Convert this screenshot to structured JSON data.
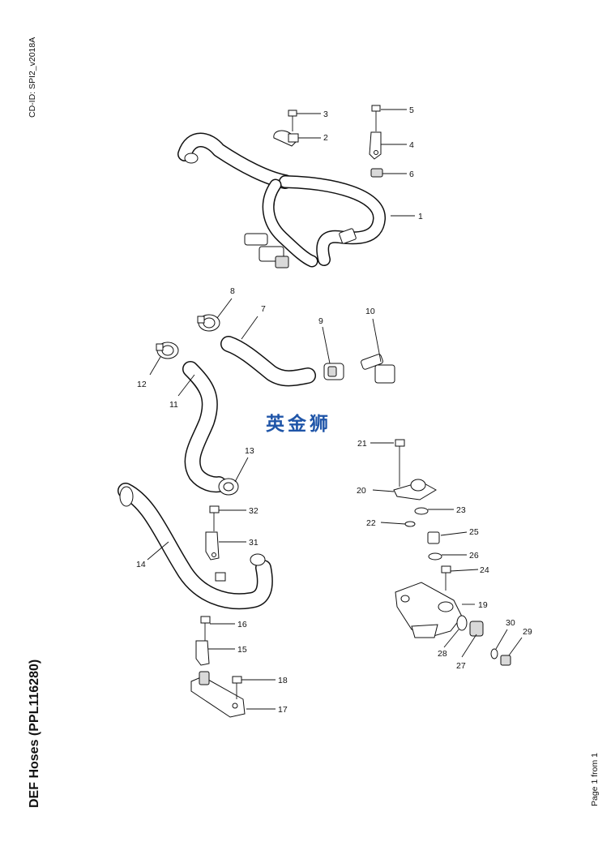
{
  "header": {
    "cd_id": "CD-ID: SPI2_v2018A"
  },
  "footer": {
    "title": "DEF Hoses (PPL116280)",
    "page": "Page 1 from 1"
  },
  "watermark": {
    "text": "英金狮",
    "color": "#1f55a8"
  },
  "callouts": [
    "1",
    "2",
    "3",
    "4",
    "5",
    "6",
    "7",
    "8",
    "9",
    "10",
    "11",
    "12",
    "13",
    "14",
    "15",
    "16",
    "17",
    "18",
    "19",
    "20",
    "21",
    "22",
    "23",
    "24",
    "25",
    "26",
    "27",
    "28",
    "29",
    "30",
    "31",
    "32"
  ]
}
